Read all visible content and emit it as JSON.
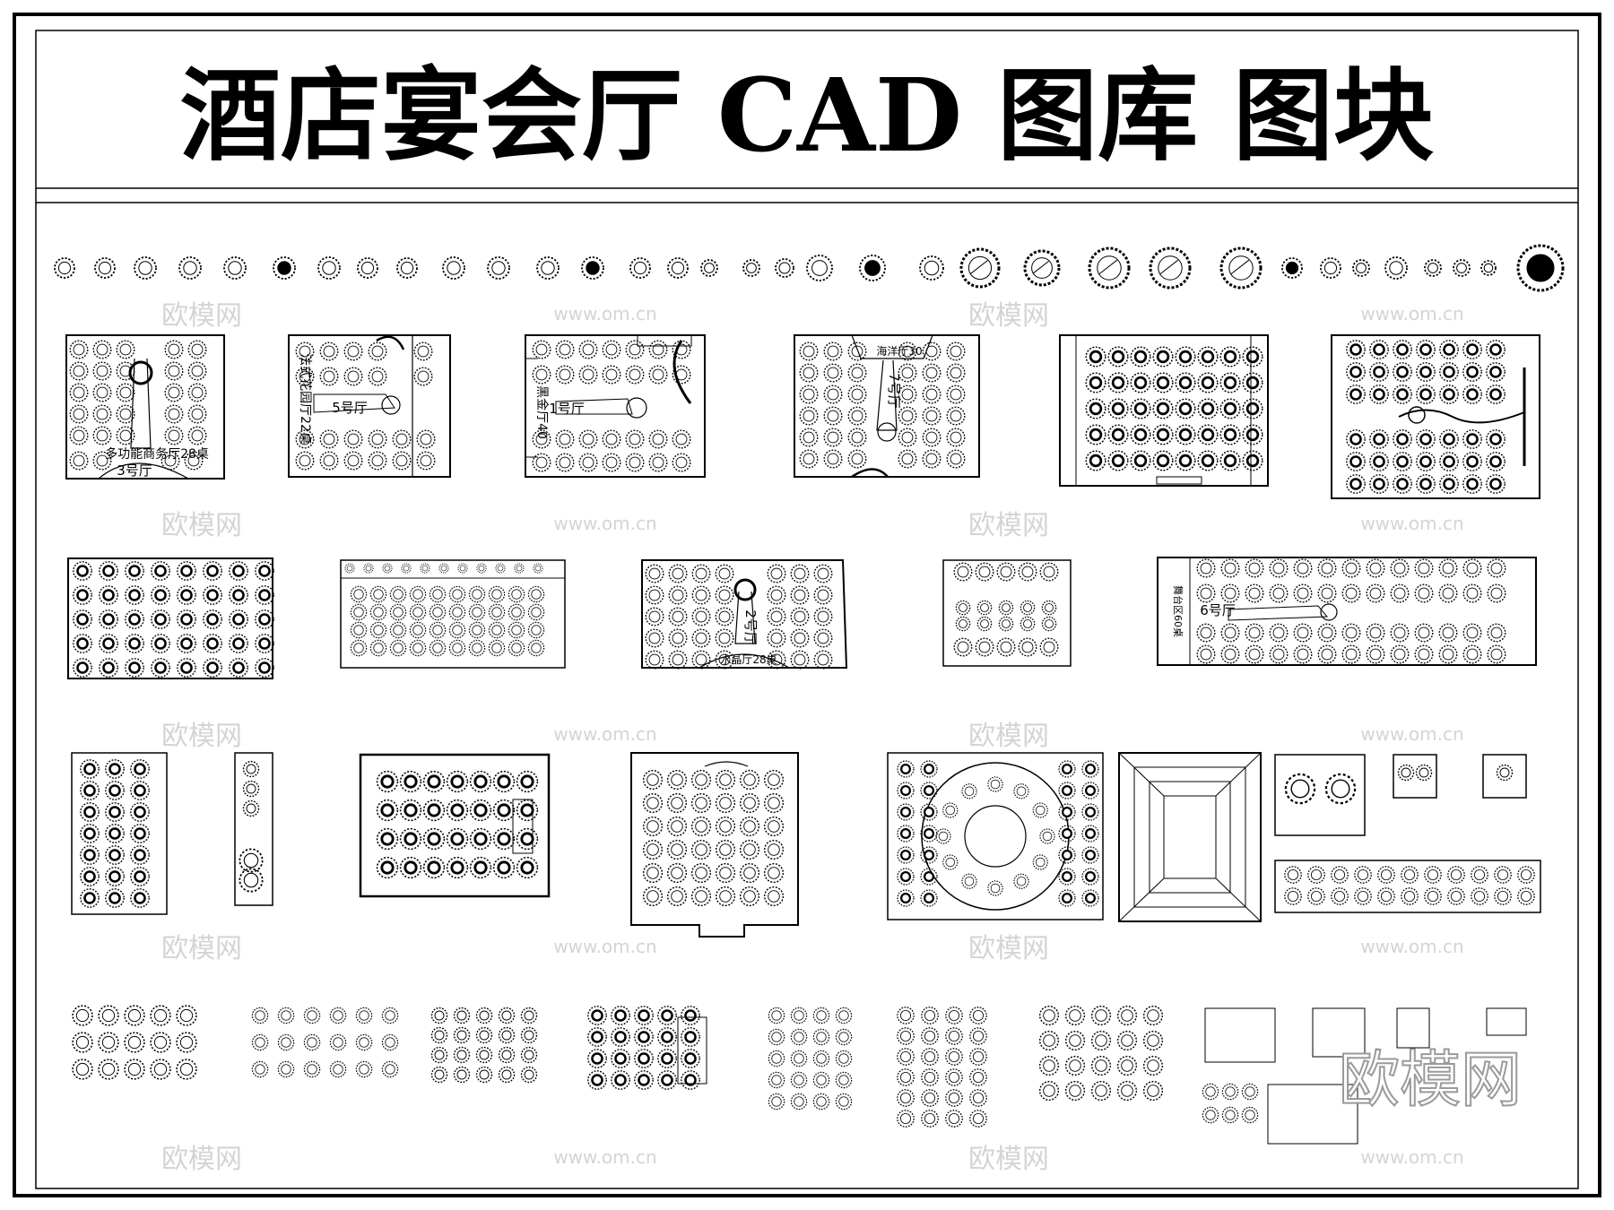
{
  "title": "酒店宴会厅 CAD 图库 图块",
  "watermark": {
    "brand": "欧模网",
    "url": "www.om.cn",
    "corner": "欧模网"
  },
  "hall_labels": {
    "hall3_name": "多功能商务厅28桌",
    "hall3_no": "3号厅",
    "hall5_name": "法式花园厅22桌",
    "hall5_no": "5号厅",
    "hall1_name": "黑金厅40",
    "hall1_no": "1号厅",
    "hall7_name": "海洋厅30",
    "hall7_no": "7号厅",
    "hall2_no": "2号厅",
    "hall2_name": "水晶厅28桌",
    "hall6_stage": "舞台区60桌",
    "hall6_no": "6号厅"
  },
  "colors": {
    "line": "#000000",
    "paper": "#ffffff",
    "watermark": "#d4d4d4",
    "corner_watermark": "#9a9a9a"
  }
}
